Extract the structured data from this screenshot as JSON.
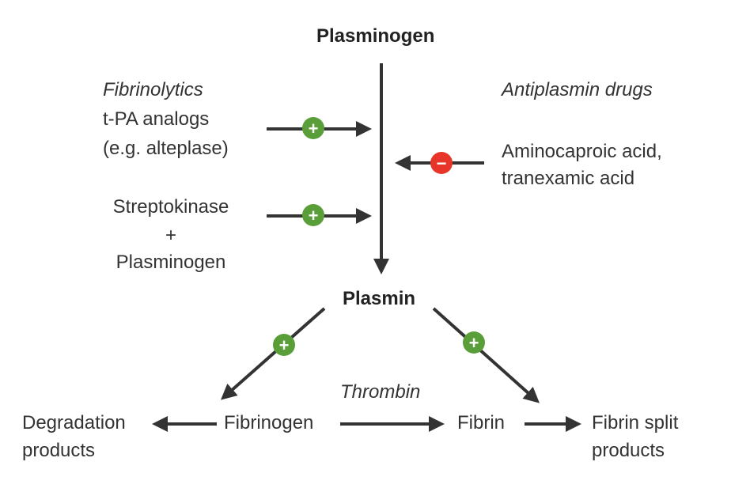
{
  "nodes": {
    "plasminogen": "Plasminogen",
    "plasmin": "Plasmin",
    "fibrinogen": "Fibrinogen",
    "fibrin": "Fibrin",
    "degradation_line1": "Degradation",
    "degradation_line2": "products",
    "fibrin_split_line1": "Fibrin split",
    "fibrin_split_line2": "products"
  },
  "fibrinolytics": {
    "heading": "Fibrinolytics",
    "tpa_line1": "t-PA analogs",
    "tpa_line2": "(e.g. alteplase)",
    "strepto_line1": "Streptokinase",
    "strepto_line2": "+",
    "strepto_line3": "Plasminogen"
  },
  "antiplasmin": {
    "heading": "Antiplasmin drugs",
    "line1": "Aminocaproic acid,",
    "line2": "tranexamic acid"
  },
  "thrombin": "Thrombin",
  "badges": {
    "plus": "+",
    "minus": "−"
  },
  "colors": {
    "arrow": "#333333",
    "plus_badge": "#5a9e3a",
    "minus_badge": "#e8352a",
    "text": "#333333"
  }
}
